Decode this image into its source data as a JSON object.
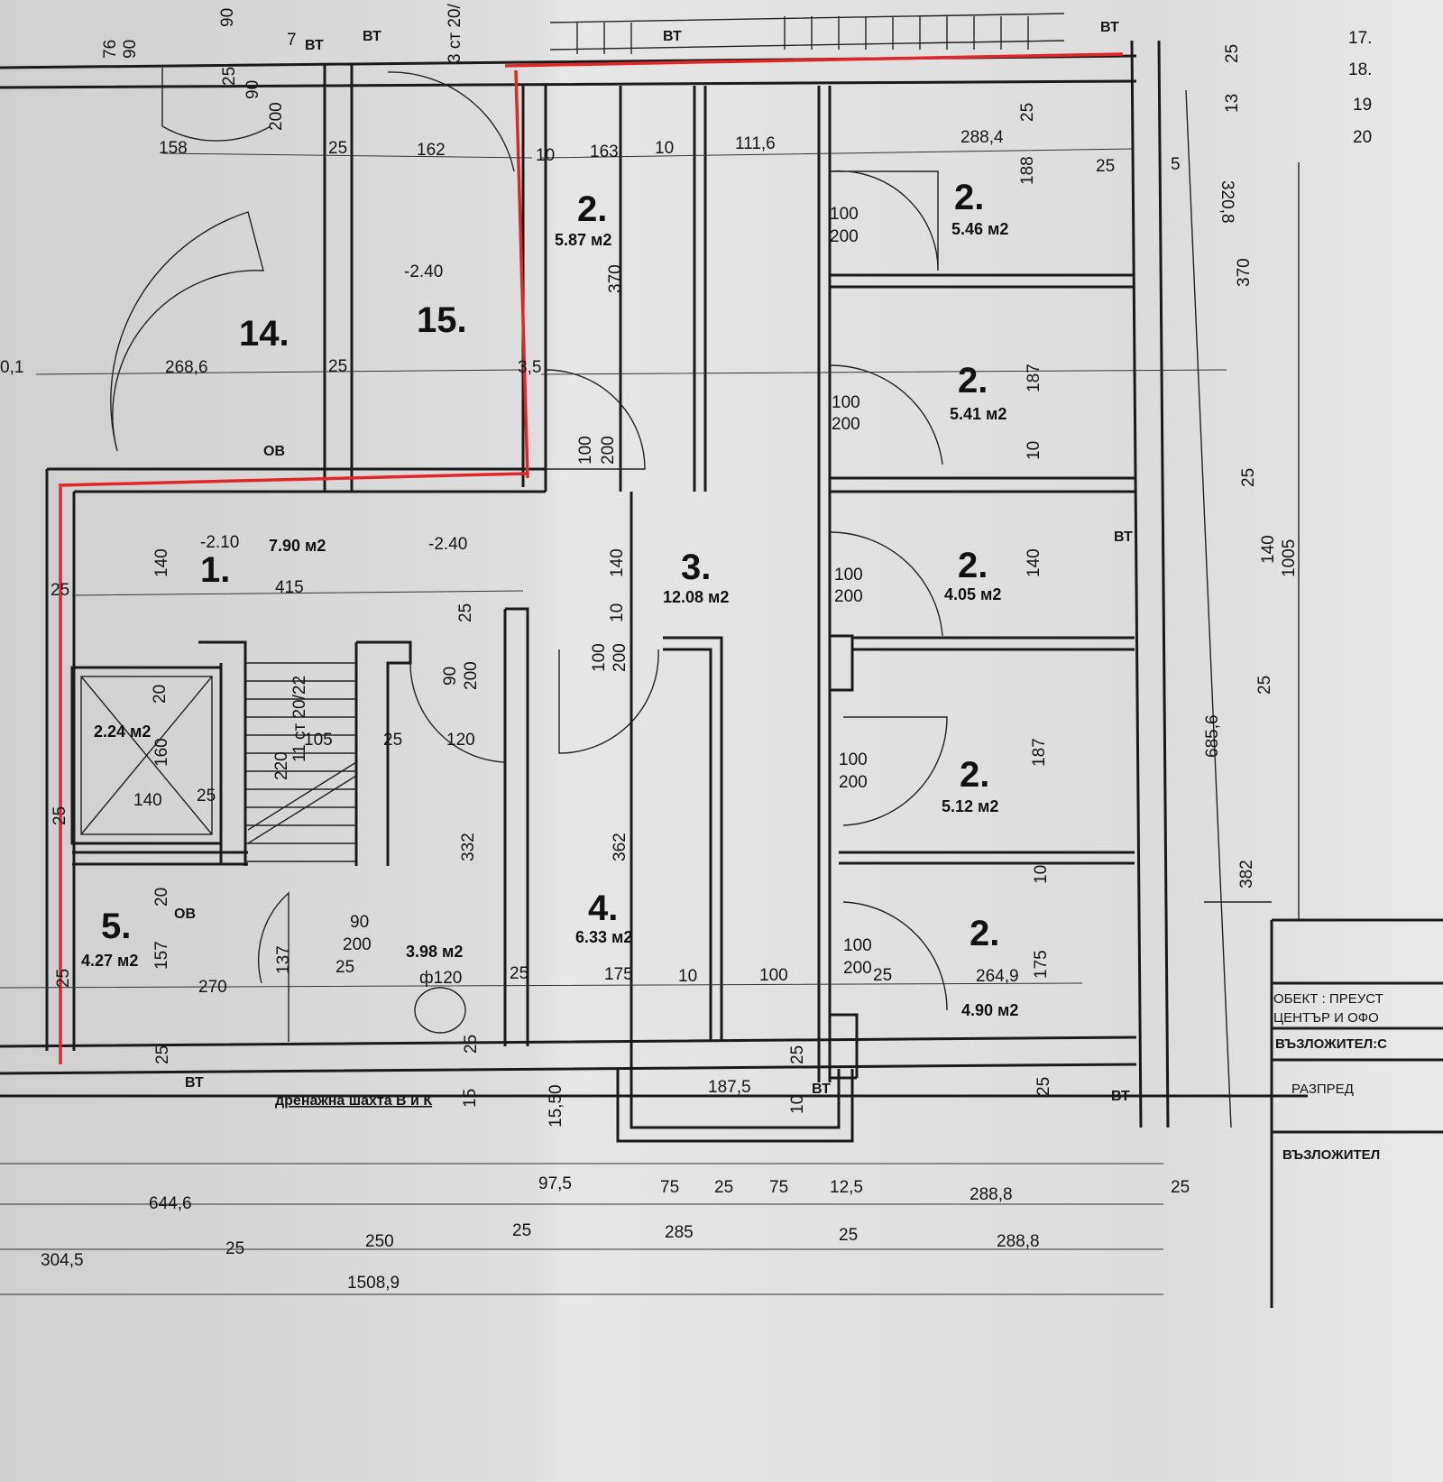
{
  "colors": {
    "paper": "#d9d9d9",
    "ink": "#1a1a1a",
    "markup_red": "#e0262b"
  },
  "rooms": {
    "r14": "14.",
    "r15": "15.",
    "r2a": "2.",
    "a2a": "5.87 м2",
    "r2b": "2.",
    "a2b": "5.46 м2",
    "r2c": "2.",
    "a2c": "5.41 м2",
    "r2d": "2.",
    "a2d": "4.05 м2",
    "r3": "3.",
    "a3": "12.08 м2",
    "r1": "1.",
    "a1": "7.90 м2",
    "alift": "2.24 м2",
    "r2e": "2.",
    "a2e": "5.12 м2",
    "r5": "5.",
    "a5": "4.27 м2",
    "r4": "4.",
    "a4": "6.33 м2",
    "awc": "3.98 м2",
    "r2f": "2.",
    "a2f": "4.90 м2"
  },
  "levels": [
    "-2.40",
    "-2.10",
    "-2.40"
  ],
  "labels": {
    "ob1": "ОВ",
    "ob2": "ОВ",
    "vt1": "ВТ",
    "vt2": "ВТ",
    "vt3": "ВТ",
    "vt4": "ВТ",
    "vt5": "ВТ",
    "vt6": "ВТ",
    "vt7": "ВТ",
    "vt8": "ВТ",
    "drain": "дренажна шахта В и К",
    "stairs": "11 ст 20/22",
    "stairs_top": "3 ст 20/",
    "sink": "ф120"
  },
  "dims": [
    "158",
    "25",
    "162",
    "10",
    "163",
    "10",
    "111,6",
    "288,4",
    "25",
    "188",
    "100",
    "200",
    "90",
    "200",
    "268,6",
    "25",
    "3,5",
    "370",
    "100",
    "200",
    "100",
    "200",
    "187",
    "10",
    "140",
    "415",
    "25",
    "140",
    "10",
    "100",
    "200",
    "100",
    "200",
    "140",
    "25",
    "90",
    "200",
    "20",
    "160",
    "140",
    "25",
    "105",
    "25",
    "120",
    "220",
    "332",
    "362",
    "187",
    "100",
    "200",
    "10",
    "20",
    "157",
    "270",
    "137",
    "90",
    "200",
    "25",
    "175",
    "10",
    "100",
    "100",
    "200",
    "25",
    "264,9",
    "175",
    "25",
    "25",
    "25",
    "15",
    "15,50",
    "187,5",
    "10",
    "25",
    "25",
    "97,5",
    "75",
    "25",
    "75",
    "12,5",
    "288,8",
    "644,6",
    "25",
    "285",
    "25",
    "288,8",
    "304,5",
    "25",
    "250",
    "1508,9",
    "25",
    "25",
    "13",
    "5",
    "320,8",
    "370",
    "25",
    "140",
    "1005",
    "25",
    "685,6",
    "382",
    "25",
    "90",
    "76",
    "90",
    "25",
    "7",
    "0,1",
    "25",
    "25"
  ],
  "title_block": {
    "line1": "ОБЕКТ : ПРЕУСТ",
    "line2": "ЦЕНТЪР И ОФО",
    "line3": "ВЪЗЛОЖИТЕЛ:С",
    "line4": "РАЗПРЕД",
    "line5": "ВЪЗЛОЖИТЕЛ"
  },
  "legend_numbers": [
    "17.",
    "18.",
    "19",
    "20"
  ]
}
